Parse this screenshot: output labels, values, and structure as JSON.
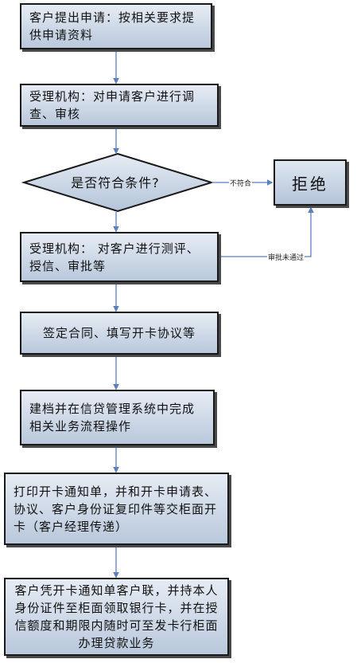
{
  "steps": [
    "客户提出申请：按相关要求提供申请资料",
    "受理机构：对申请客户进行调查、审核",
    "受理机构：  对客户进行测评、授信、审批等",
    "签定合同、填写开卡协议等",
    "建档并在信贷管理系统中完成相关业务流程操作",
    "打印开卡通知单，并和开卡申请表、协议、客户身份证复印件等交柜面开卡（客户经理传递）",
    "客户凭开卡通知单客户联，并持本人身份证件至柜面领取银行卡，并在授信额度和期限内随时可至发卡行柜面办理贷款业务"
  ],
  "decision": "是否符合条件?",
  "reject": "拒绝",
  "edge_labels": {
    "not_qualified": "不符合",
    "not_approved": "审批未通过"
  },
  "colors": {
    "box_fill_top": "#e6ecf4",
    "box_fill_bottom": "#b9c8dc",
    "arrow": "#5b7fbf"
  }
}
